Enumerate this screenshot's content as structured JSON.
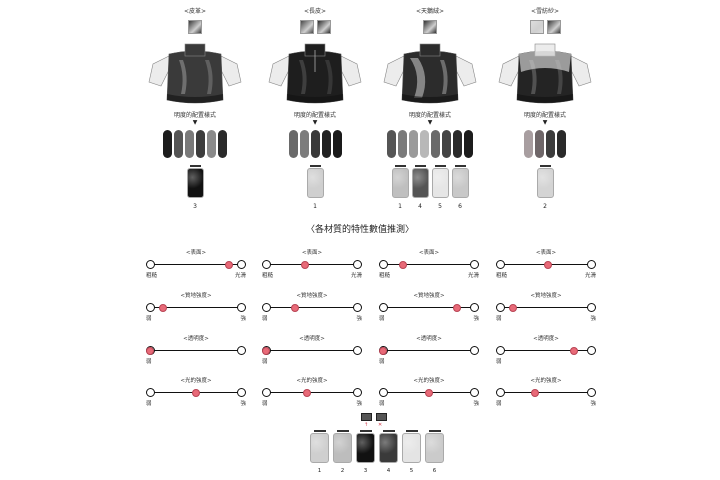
{
  "materials": [
    {
      "name": "<皮革>",
      "config_label": "明度的配置樣式",
      "arrow": "▼",
      "swatches": [
        "#3a3a3a"
      ],
      "pills": [
        "#1c1c1c",
        "#555555",
        "#7a7a7a",
        "#3c3c3c",
        "#8a8a8a",
        "#2a2a2a"
      ],
      "textures": [
        {
          "color": "#111111",
          "num": "3"
        }
      ]
    },
    {
      "name": "<長皮>",
      "config_label": "明度的配置樣式",
      "arrow": "▼",
      "swatches": [
        "#4a4a4a",
        "#2e2e2e"
      ],
      "pills": [
        "#6a6a6a",
        "#7c7c7c",
        "#3a3a3a",
        "#222222",
        "#1a1a1a"
      ],
      "textures": [
        {
          "color": "#cfcfcf",
          "num": "1"
        }
      ]
    },
    {
      "name": "<天鵝絨>",
      "config_label": "明度的配置樣式",
      "arrow": "▼",
      "swatches": [
        "#333333"
      ],
      "pills": [
        "#555555",
        "#7a7a7a",
        "#9a9a9a",
        "#b8b8b8",
        "#6a6a6a",
        "#444444",
        "#2a2a2a",
        "#1c1c1c"
      ],
      "textures": [
        {
          "color": "#bfbfbf",
          "num": "1"
        },
        {
          "color": "#555555",
          "num": "4"
        },
        {
          "color": "#e6e6e6",
          "num": "5"
        },
        {
          "color": "#c8c8c8",
          "num": "6"
        }
      ]
    },
    {
      "name": "<雪紡紗>",
      "config_label": "明度的配置樣式",
      "arrow": "▼",
      "swatches": [
        "#dcdcdc",
        "#3a3a3a"
      ],
      "pills": [
        "#a89ea0",
        "#6e6668",
        "#3c3c3c",
        "#2a2a2a"
      ],
      "textures": [
        {
          "color": "#d4d4d4",
          "num": "2"
        }
      ]
    }
  ],
  "section_title": "〈各材質的特性數值推測〉",
  "sliders": [
    [
      {
        "label": "<表面>",
        "lo": "粗糙",
        "hi": "光滑",
        "value": 0.86
      },
      {
        "label": "<質地強度>",
        "lo": "弱",
        "hi": "強",
        "value": 0.14
      },
      {
        "label": "<透明度>",
        "lo": "弱",
        "hi": "",
        "value": 0.0
      },
      {
        "label": "<光的強度>",
        "lo": "弱",
        "hi": "強",
        "value": 0.5
      }
    ],
    [
      {
        "label": "<表面>",
        "lo": "粗糙",
        "hi": "光滑",
        "value": 0.42
      },
      {
        "label": "<質地強度>",
        "lo": "弱",
        "hi": "強",
        "value": 0.32
      },
      {
        "label": "<透明度>",
        "lo": "弱",
        "hi": "",
        "value": 0.0
      },
      {
        "label": "<光的強度>",
        "lo": "弱",
        "hi": "強",
        "value": 0.45
      }
    ],
    [
      {
        "label": "<表面>",
        "lo": "粗糙",
        "hi": "光滑",
        "value": 0.22
      },
      {
        "label": "<質地強度>",
        "lo": "弱",
        "hi": "強",
        "value": 0.8
      },
      {
        "label": "<透明度>",
        "lo": "弱",
        "hi": "",
        "value": 0.0
      },
      {
        "label": "<光的強度>",
        "lo": "弱",
        "hi": "強",
        "value": 0.5
      }
    ],
    [
      {
        "label": "<表面>",
        "lo": "粗糙",
        "hi": "光滑",
        "value": 0.52
      },
      {
        "label": "<質地強度>",
        "lo": "弱",
        "hi": "強",
        "value": 0.14
      },
      {
        "label": "<透明度>",
        "lo": "弱",
        "hi": "",
        "value": 0.8
      },
      {
        "label": "<光的強度>",
        "lo": "弱",
        "hi": "強",
        "value": 0.38
      }
    ]
  ],
  "result_textures": [
    {
      "color": "#cfcfcf",
      "num": "1"
    },
    {
      "color": "#bdbdbd",
      "num": "2"
    },
    {
      "color": "#111111",
      "num": "3"
    },
    {
      "color": "#3a3a3a",
      "num": "4"
    },
    {
      "color": "#e4e4e4",
      "num": "5"
    },
    {
      "color": "#cbcbcb",
      "num": "6"
    }
  ]
}
